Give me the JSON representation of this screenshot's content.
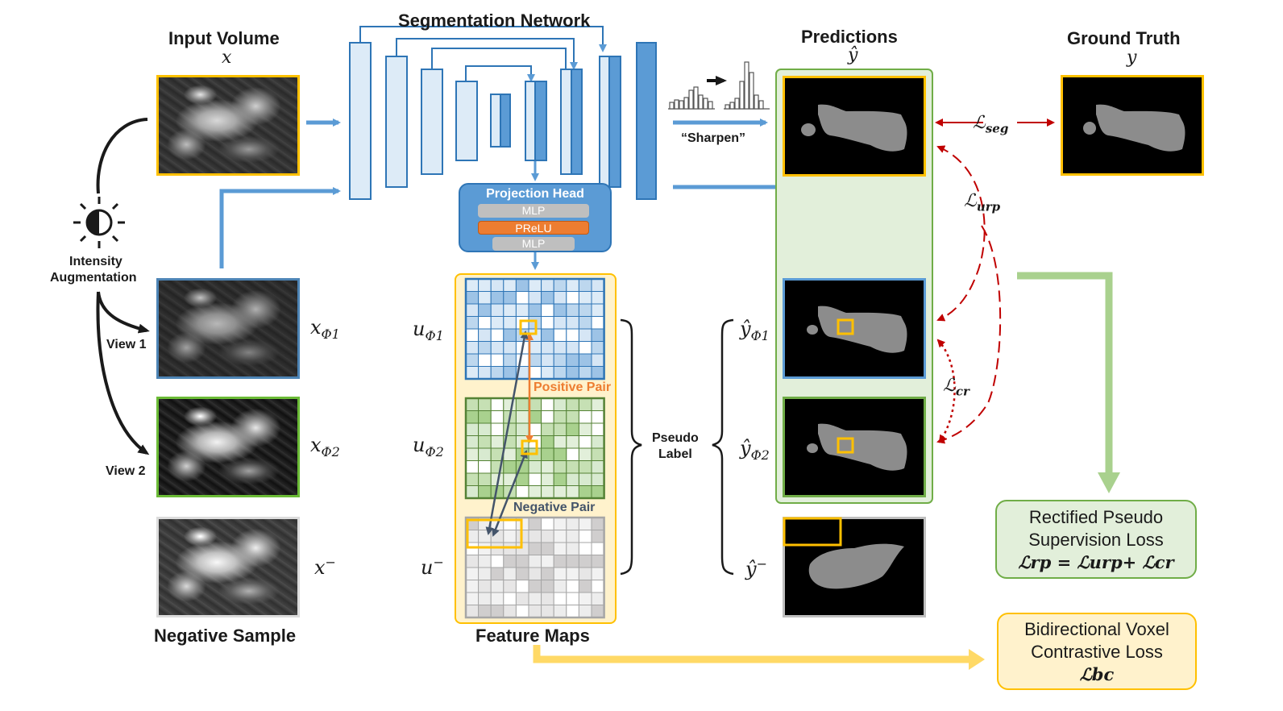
{
  "labels": {
    "seg_network": "Segmentation Network",
    "input_volume": "Input Volume",
    "x": "x",
    "predictions": "Predictions",
    "y_hat": "ŷ",
    "ground_truth": "Ground Truth",
    "y": "y",
    "sharpen": "“Sharpen”",
    "l_seg": "ℒ",
    "l_seg_sub": "seg",
    "l_urp": "ℒ",
    "l_urp_sub": "urp",
    "l_cr": "ℒ",
    "l_cr_sub": "cr",
    "intensity_aug_1": "Intensity",
    "intensity_aug_2": "Augmentation",
    "view1": "View 1",
    "view2": "View 2",
    "x_phi1": "x",
    "x_phi1_sub": "Φ1",
    "x_phi2": "x",
    "x_phi2_sub": "Φ2",
    "x_neg": "x",
    "x_neg_sup": "−",
    "u_phi1": "u",
    "u_phi1_sub": "Φ1",
    "u_phi2": "u",
    "u_phi2_sub": "Φ2",
    "u_neg": "u",
    "u_neg_sup": "−",
    "pseudo_label_1": "Pseudo",
    "pseudo_label_2": "Label",
    "y_phi1": "ŷ",
    "y_phi1_sub": "Φ1",
    "y_phi2": "ŷ",
    "y_phi2_sub": "Φ2",
    "y_neg": "ŷ",
    "y_neg_sup": "−",
    "positive_pair": "Positive Pair",
    "negative_pair": "Negative Pair",
    "negative_sample": "Negative Sample",
    "feature_maps": "Feature Maps",
    "rp_loss_1": "Rectified Pseudo",
    "rp_loss_2": "Supervision Loss",
    "rp_loss_formula": "ℒrp = ℒurp+ ℒcr",
    "bc_loss_1": "Bidirectional Voxel",
    "bc_loss_2": "Contrastive Loss",
    "bc_loss_formula": "ℒbc"
  },
  "projection_head": {
    "title": "Projection Head",
    "layers": [
      "MLP",
      "PReLU",
      "MLP"
    ]
  },
  "colors": {
    "blue": "#5b9bd5",
    "blue_light": "#ddebf7",
    "green": "#70ad47",
    "green_light": "#e2efda",
    "yellow": "#ffc000",
    "yellow_light": "#fff2cc",
    "orange": "#ed7d31",
    "dark_red": "#c00000",
    "navy": "#44546a",
    "gray": "#a6a6a6"
  },
  "icons": {
    "intensity": "half-sun-icon"
  }
}
